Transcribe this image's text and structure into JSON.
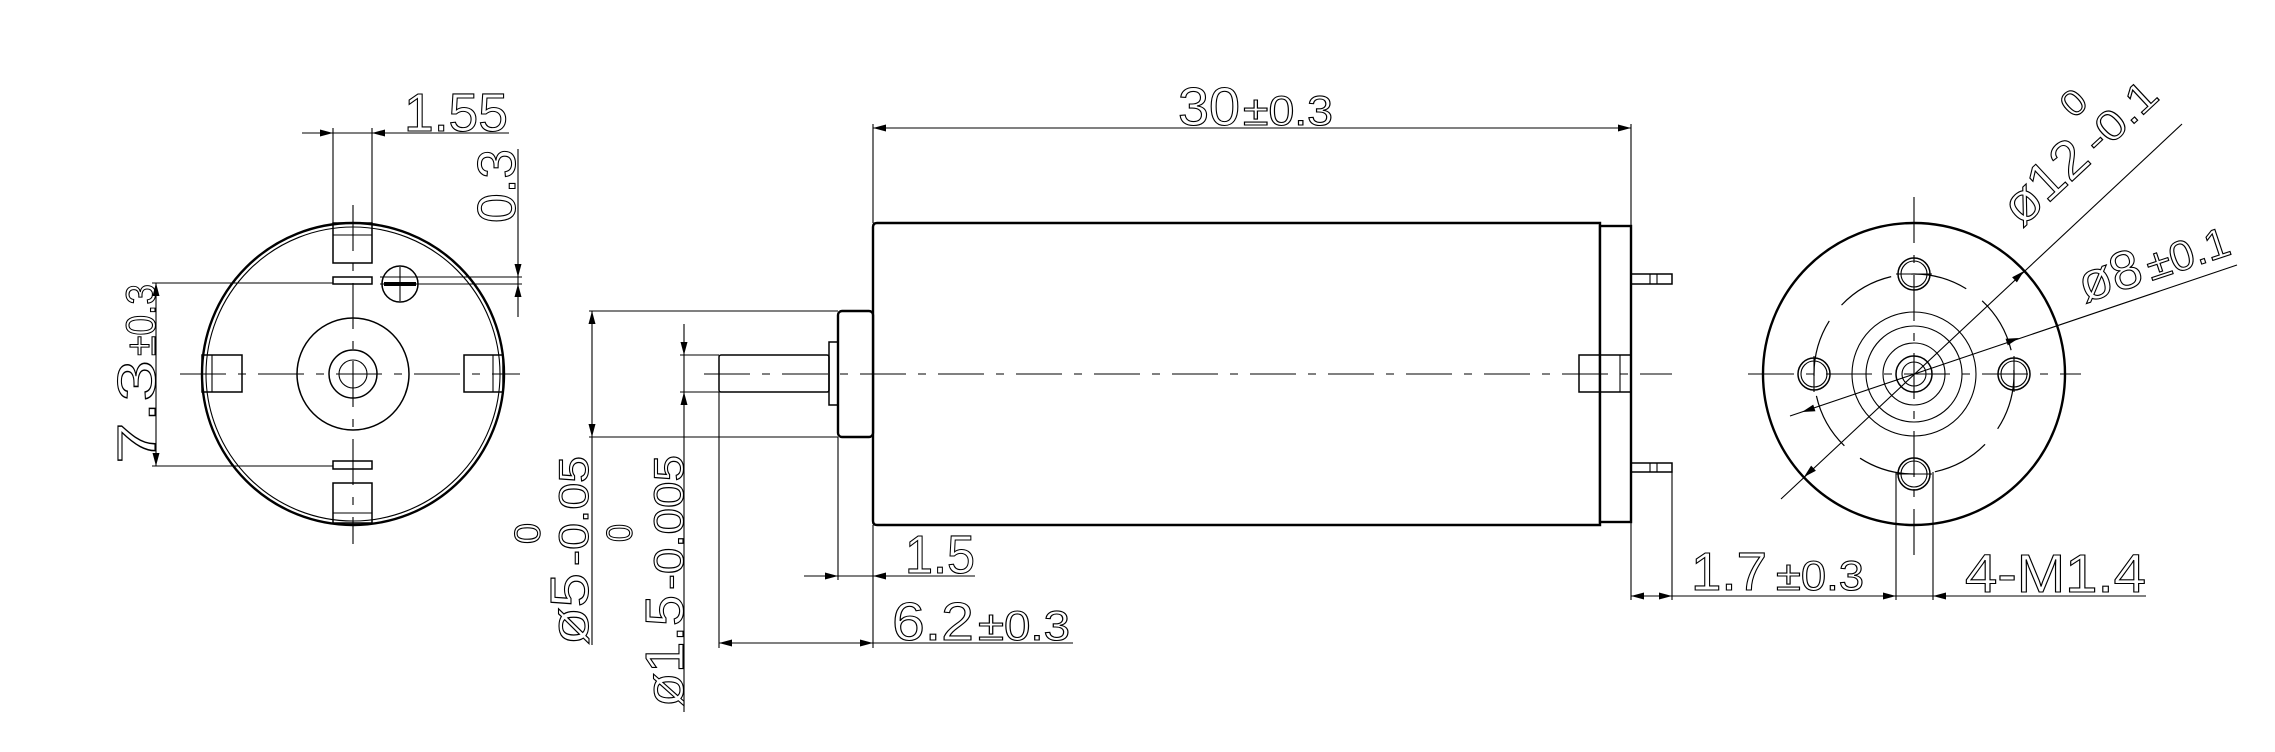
{
  "drawing": {
    "left_view": {
      "dim_tab_width": "1.55",
      "dim_slot_gap": "0.3",
      "dim_slot_span": {
        "value": "7.3",
        "tol": "±0.3"
      }
    },
    "side_view": {
      "dim_body_length": {
        "value": "30",
        "tol": "±0.3"
      },
      "dim_boss_dia": {
        "value": "ø5",
        "upper": "0",
        "lower": "-0.05"
      },
      "dim_shaft_dia": {
        "value": "ø1.5",
        "upper": "0",
        "lower": "-0.005"
      },
      "dim_boss_length": "1.5",
      "dim_shaft_length": {
        "value": "6.2",
        "tol": "±0.3"
      },
      "dim_terminal_length": {
        "value": "1.7",
        "tol": "±0.3"
      }
    },
    "end_view": {
      "dim_body_dia": {
        "value": "ø12",
        "upper": "0",
        "lower": "-0.1"
      },
      "dim_bolt_circle": {
        "value": "ø8",
        "tol": "±0.1"
      },
      "dim_thread": "4-M1.4"
    }
  }
}
